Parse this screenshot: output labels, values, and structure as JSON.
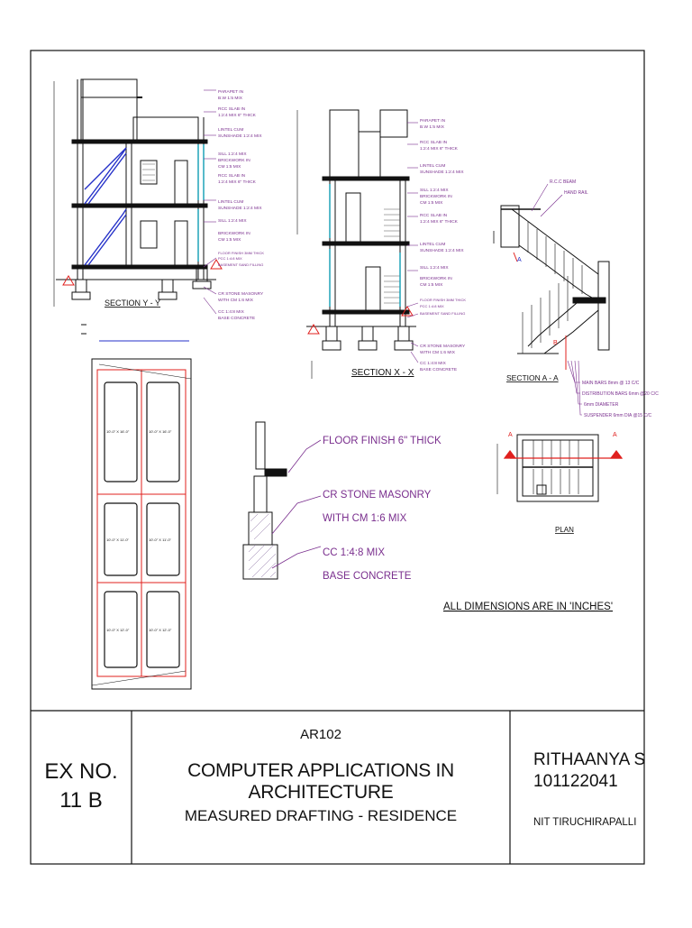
{
  "colors": {
    "line": "#111111",
    "annotation": "#7a2f8e",
    "cyan": "#1fa3b8",
    "blue": "#2430c8",
    "red": "#e0201e",
    "hatch": "#8a6fa0"
  },
  "section_yy": {
    "title": "SECTION Y - Y",
    "notes": [
      "PARAPET IN",
      "B.W 1:5 MIX",
      "RCC SLAB IN",
      "1:2:4 MIX 6\" THICK",
      "LINTEL CUM",
      "SUNSHADE 1:2:4 MIX",
      "SILL 1:2:4 MIX",
      "BRICKWORK IN",
      "CM 1:5 MIX",
      "RCC SLAB IN",
      "1:2:4 MIX 6\" THICK",
      "LINTEL CUM",
      "SUNSHADE 1:2:4 MIX",
      "SILL 1:2:4 MIX",
      "BRICKWORK IN",
      "CM 1:5 MIX",
      "FLOOR FINISH 3MM THICK",
      "PCC 1:4:8 MIX",
      "BASEMENT SAND FILLING",
      "CR STONE MASONRY",
      "WITH CM 1:6 MIX",
      "CC 1:4:8 MIX",
      "BASE CONCRETE"
    ]
  },
  "section_xx": {
    "title": "SECTION X - X",
    "notes": [
      "PARAPET IN",
      "B.W 1:5 MIX",
      "RCC SLAB IN",
      "1:2:4 MIX 6\" THICK",
      "LINTEL CUM",
      "SUNSHADE 1:2:4 MIX",
      "SILL 1:2:4 MIX",
      "BRICKWORK IN",
      "CM 1:5 MIX",
      "RCC SLAB IN",
      "1:2:4 MIX 6\" THICK",
      "LINTEL CUM",
      "SUNSHADE 1:2:4 MIX",
      "SILL 1:2:4 MIX",
      "BRICKWORK IN",
      "CM 1:5 MIX",
      "FLOOR FINISH 3MM THICK",
      "PCC 1:4:8 MIX",
      "BASEMENT SAND FILLING",
      "CR STONE MASONRY",
      "WITH CM 1:6 MIX",
      "CC 1:4:8 MIX",
      "BASE CONCRETE"
    ]
  },
  "stair": {
    "section_title": "SECTION A - A",
    "plan_title": "PLAN",
    "top_notes": [
      "R.C.C BEAM",
      "HAND RAIL"
    ],
    "reinforcement_notes": [
      "MAIN BARS 8mm @ 13 C/C",
      "DISTRIBUTION BARS 6mm @20 C/C",
      "6mm DIAMETER",
      "SUSPENDER 6mm DIA @15 C/C"
    ],
    "section_marker": "A",
    "point_label": "B"
  },
  "plan": {
    "rooms": [
      "10'-0\" X 16'-0\"",
      "10'-0\" X 16'-0\"",
      "10'-0\" X 11'-0\"",
      "10'-0\" X 11'-0\"",
      "10'-0\" X 12'-0\"",
      "10'-0\" X 12'-0\""
    ]
  },
  "footing_detail": {
    "notes": [
      "FLOOR FINISH 6\" THICK",
      "CR STONE MASONRY",
      "WITH CM 1:6 MIX",
      "CC 1:4:8 MIX",
      "BASE CONCRETE"
    ]
  },
  "dimension_note": "ALL DIMENSIONS ARE IN 'INCHES'",
  "title_block": {
    "ex_no_label": "EX NO.",
    "ex_no_value": "11 B",
    "course_code": "AR102",
    "course_name": "COMPUTER APPLICATIONS IN ARCHITECTURE",
    "drawing_title": "MEASURED DRAFTING - RESIDENCE",
    "student_name": "RITHAANYA S",
    "roll_no": "101122041",
    "institute": "NIT TIRUCHIRAPALLI"
  }
}
